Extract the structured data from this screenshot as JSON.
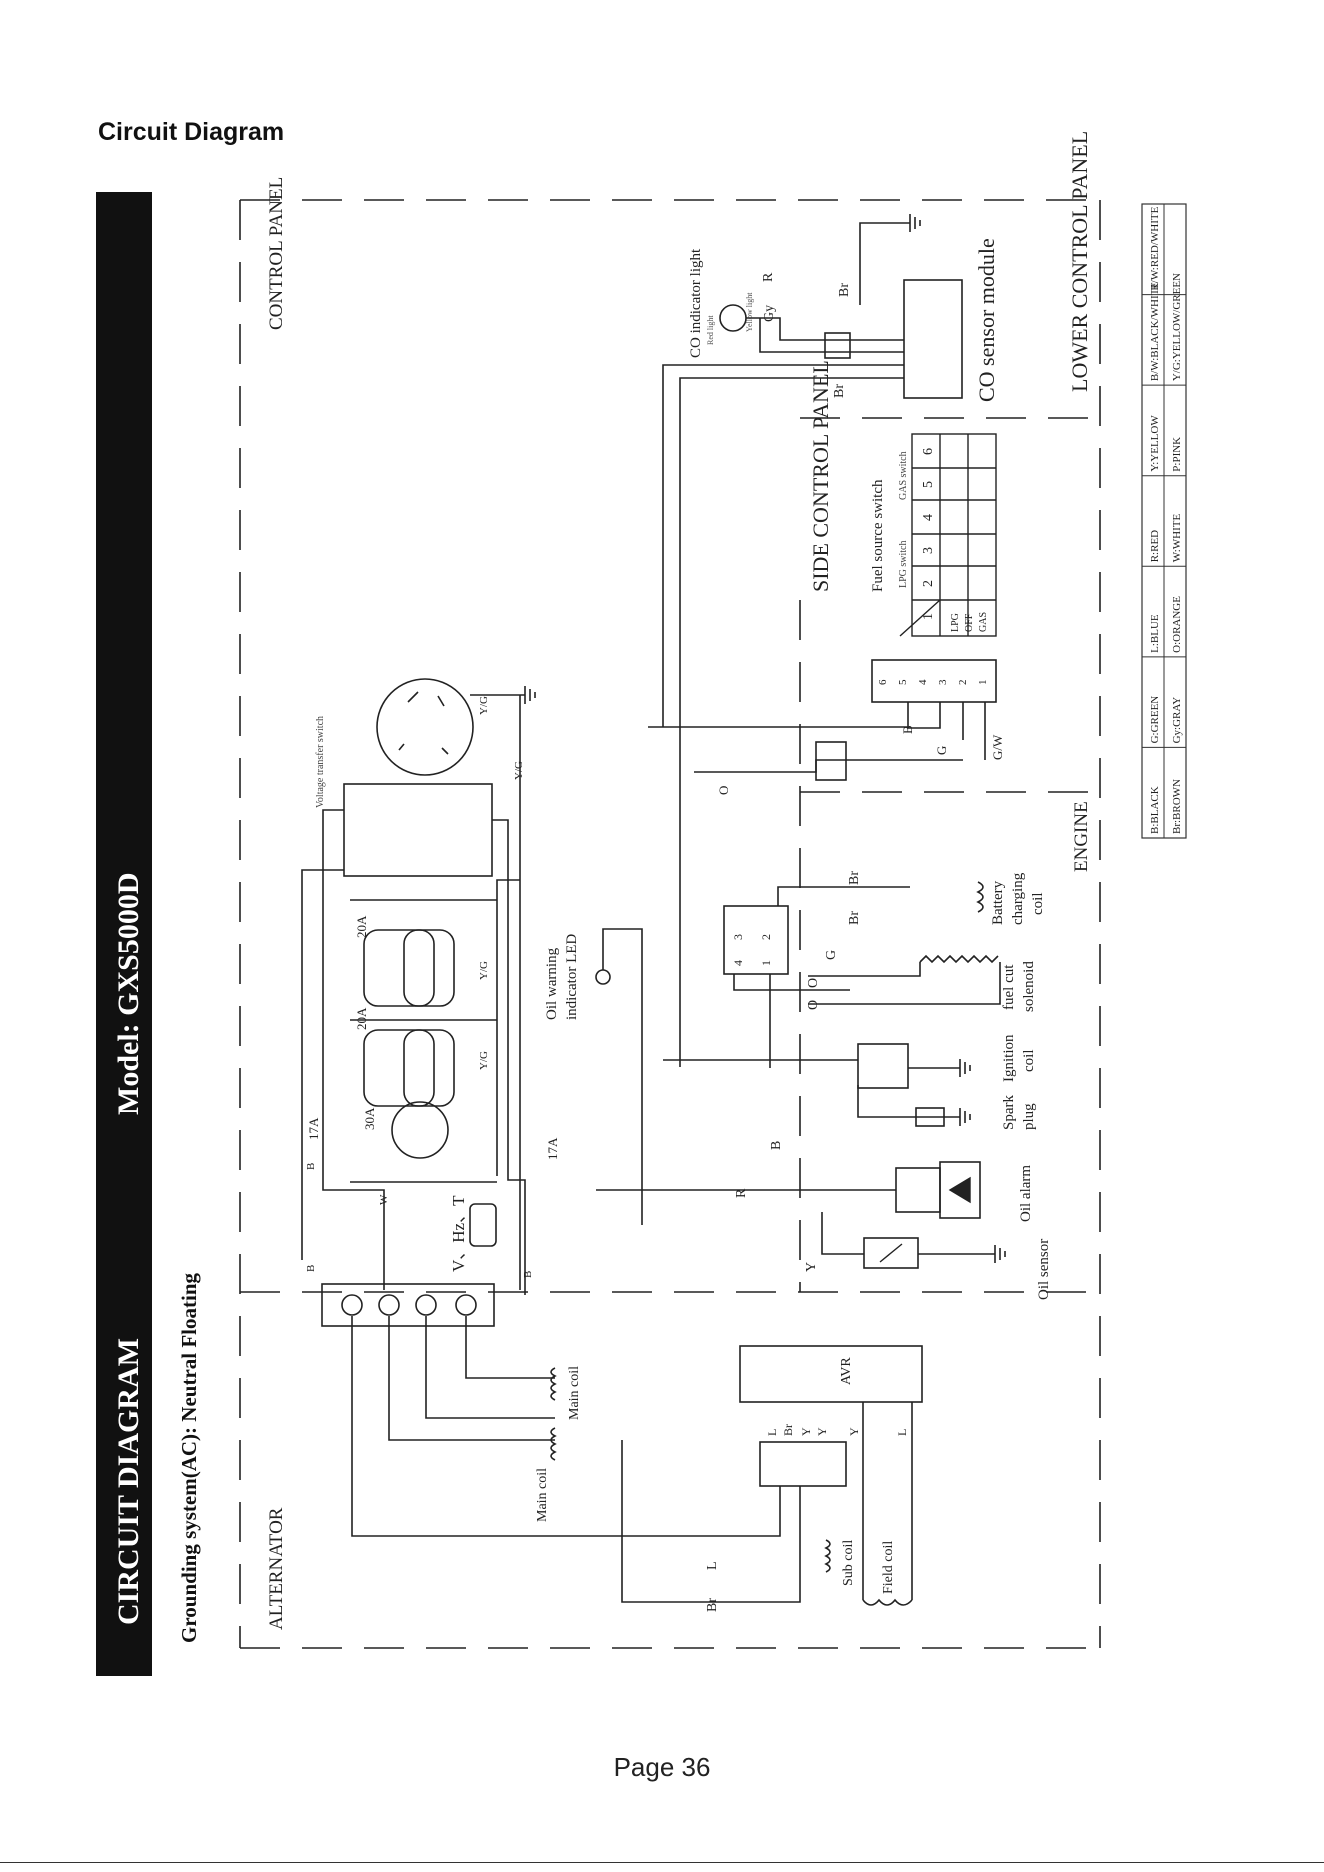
{
  "page": {
    "heading": "Circuit Diagram",
    "page_number": "Page 36"
  },
  "diagram": {
    "banner_title": "CIRCUIT DIAGRAM",
    "banner_model": "Model: GXS5000D",
    "grounding_note": "Grounding system(AC): Neutral Floating",
    "sections": {
      "alternator": "ALTERNATOR",
      "control_panel": "CONTROL PANEL",
      "engine": "ENGINE",
      "side_control_panel": "SIDE CONTROL PANEL",
      "lower_control_panel": "LOWER CONTROL PANEL"
    },
    "components": {
      "co_sensor_module": "CO sensor module",
      "co_indicator_light": "CO indicator light",
      "red_light": "Red light",
      "yellow_light": "Yellow light",
      "fuel_source_switch": "Fuel source switch",
      "lpg_switch": "LPG switch",
      "gas_switch": "GAS switch",
      "voltage_transfer_switch": "Voltage transfer switch",
      "oil_warning_led": [
        "Oil warning",
        "indicator LED"
      ],
      "battery_charging_coil": [
        "Battery",
        "charging",
        "coil"
      ],
      "fuel_cut_solenoid": [
        "fuel cut",
        "solenoid"
      ],
      "ignition_coil": [
        "Ignition",
        "coil"
      ],
      "spark_plug": [
        "Spark",
        "plug"
      ],
      "oil_alarm": "Oil alarm",
      "oil_sensor": "Oil sensor",
      "main_coil": "Main coil",
      "sub_coil": "Sub coil",
      "field_coil": "Field coil",
      "avr": "AVR",
      "meter": "V、Hz、T"
    },
    "fuel_switch_table": {
      "columns": [
        "1",
        "2",
        "3",
        "4",
        "5",
        "6"
      ],
      "rows": [
        "LPG",
        "OFF",
        "GAS"
      ]
    },
    "breaker_labels": {
      "b20a_top": "20A",
      "b20a_bottom": "20A",
      "b30a": "30A",
      "b17a_left": "17A",
      "b17a_right": "17A"
    },
    "wire_labels": {
      "b": "B",
      "w": "W",
      "r": "R",
      "y": "Y",
      "l": "L",
      "br": "Br",
      "g": "G",
      "o": "O",
      "gy": "Gy",
      "vg": "Y/G",
      "gw": "G/W"
    },
    "connector_pins": [
      "6",
      "5",
      "4",
      "3",
      "2",
      "1"
    ],
    "relay_pins": [
      "3",
      "4",
      "2",
      "1"
    ]
  },
  "legend": {
    "row1": [
      "B:BLACK",
      "G:GREEN",
      "L:BLUE",
      "R:RED",
      "Y:YELLOW",
      "B/W:BLACK/WHITE",
      "R/W:RED/WHITE"
    ],
    "row2": [
      "Br:BROWN",
      "Gy:GRAY",
      "O:ORANGE",
      "W:WHITE",
      "P:PINK",
      "Y/G:YELLOW/GREEN",
      ""
    ]
  }
}
